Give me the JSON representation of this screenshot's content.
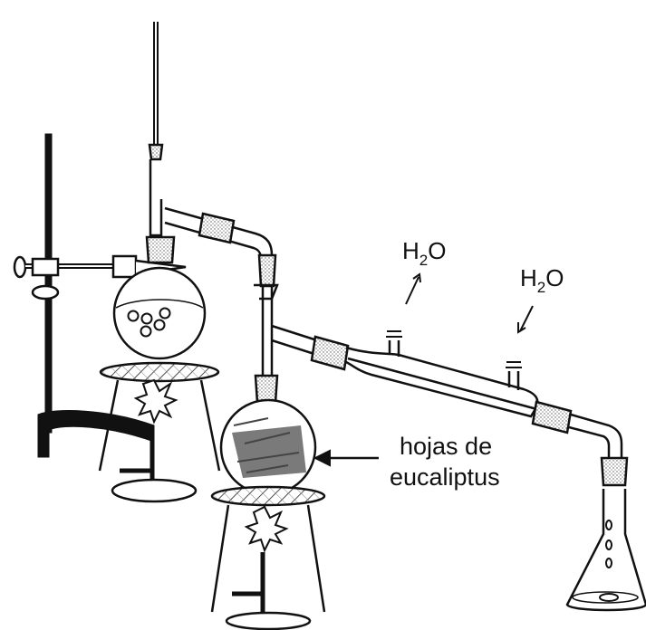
{
  "labels": {
    "water_out": "H",
    "water_out_sub": "2",
    "water_out_end": "O",
    "water_in": "H",
    "water_in_sub": "2",
    "water_in_end": "O",
    "leaves_line1": "hojas de",
    "leaves_line2": "eucaliptus"
  },
  "colors": {
    "ink": "#111111",
    "leaf_fill": "#7a7a7a",
    "stipple": "#555555"
  }
}
